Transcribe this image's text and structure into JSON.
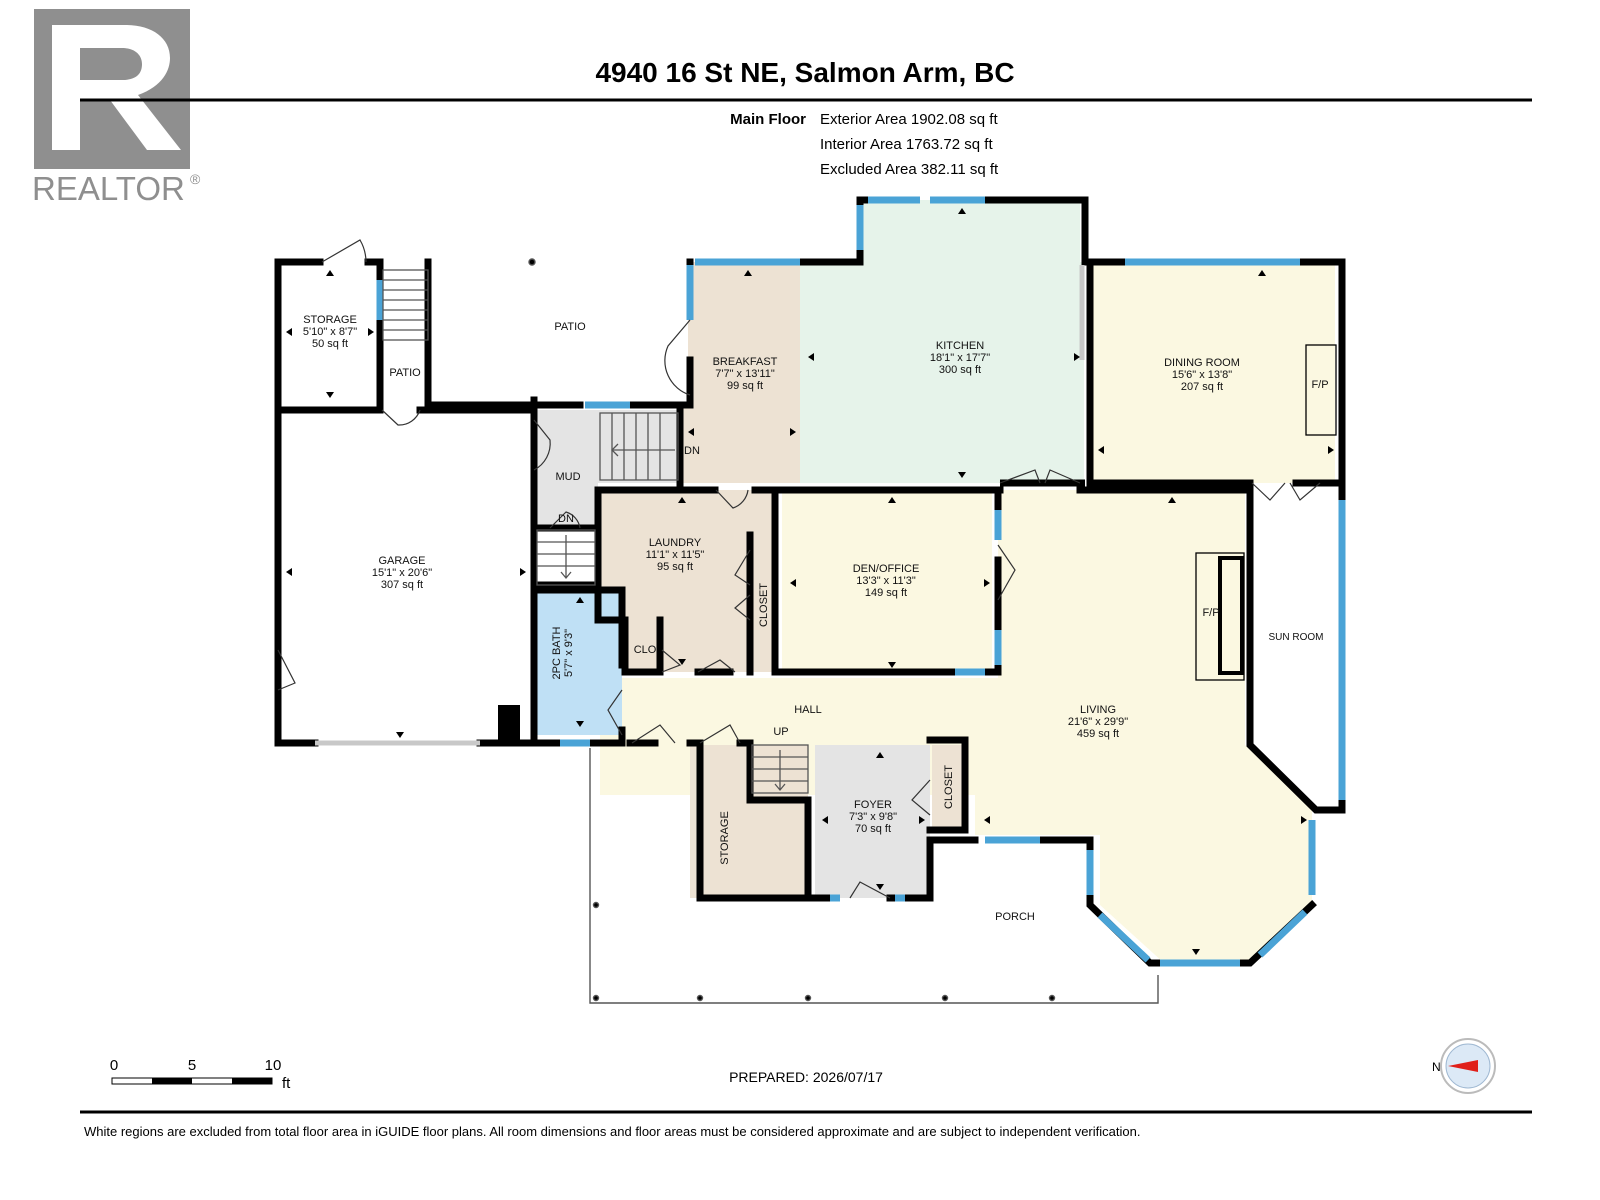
{
  "header": {
    "title": "4940 16 St NE, Salmon Arm, BC",
    "floor_label": "Main Floor",
    "areas": [
      "Exterior Area 1902.08 sq ft",
      "Interior Area 1763.72 sq ft",
      "Excluded Area 382.11 sq ft"
    ]
  },
  "logo": {
    "text": "REALTOR",
    "mark": "®"
  },
  "rooms": {
    "storage_top": {
      "name": "STORAGE",
      "dims": "5'10\" x 8'7\"",
      "area": "50 sq ft"
    },
    "patio_small": {
      "name": "PATIO"
    },
    "patio": {
      "name": "PATIO"
    },
    "breakfast": {
      "name": "BREAKFAST",
      "dims": "7'7\" x 13'11\"",
      "area": "99 sq ft"
    },
    "kitchen": {
      "name": "KITCHEN",
      "dims": "18'1\" x 17'7\"",
      "area": "300 sq ft"
    },
    "dining": {
      "name": "DINING ROOM",
      "dims": "15'6\" x 13'8\"",
      "area": "207 sq ft"
    },
    "dining_fp": "F/P",
    "garage": {
      "name": "GARAGE",
      "dims": "15'1\" x 20'6\"",
      "area": "307 sq ft"
    },
    "mud": {
      "name": "MUD"
    },
    "laundry": {
      "name": "LAUNDRY",
      "dims": "11'1\" x 11'5\"",
      "area": "95 sq ft"
    },
    "closet_laundry": {
      "name": "CLOSET"
    },
    "clo": {
      "name": "CLO"
    },
    "den": {
      "name": "DEN/OFFICE",
      "dims": "13'3\" x 11'3\"",
      "area": "149 sq ft"
    },
    "living": {
      "name": "LIVING",
      "dims": "21'6\" x 29'9\"",
      "area": "459 sq ft"
    },
    "living_fp": "F/P",
    "sunroom": {
      "name": "SUN ROOM"
    },
    "bath": {
      "name": "2PC BATH",
      "dims": "5'7\" x 9'3\""
    },
    "hall": {
      "name": "HALL"
    },
    "storage_bottom": {
      "name": "STORAGE"
    },
    "foyer": {
      "name": "FOYER",
      "dims": "7'3\" x 9'8\"",
      "area": "70 sq ft"
    },
    "closet_foyer": {
      "name": "CLOSET"
    },
    "porch": {
      "name": "PORCH"
    }
  },
  "stairs": {
    "dn1": "DN",
    "dn2": "DN",
    "up": "UP"
  },
  "scale": {
    "labels": [
      "0",
      "5",
      "10"
    ],
    "unit": "ft"
  },
  "prepared": "PREPARED: 2026/07/17",
  "compass": {
    "letter": "N"
  },
  "disclaimer": "White regions are excluded from total floor area in iGUIDE floor plans. All room dimensions and floor areas must be considered approximate and are subject to independent verification.",
  "colors": {
    "wall": "#000000",
    "window": "#4aa3d6",
    "kitchen": "#e6f3ea",
    "dining": "#fbf8e1",
    "breakfast": "#ede2d3",
    "mud": "#e4e4e4",
    "bath": "#bfe0f5",
    "logo": "#8f8f8f"
  }
}
